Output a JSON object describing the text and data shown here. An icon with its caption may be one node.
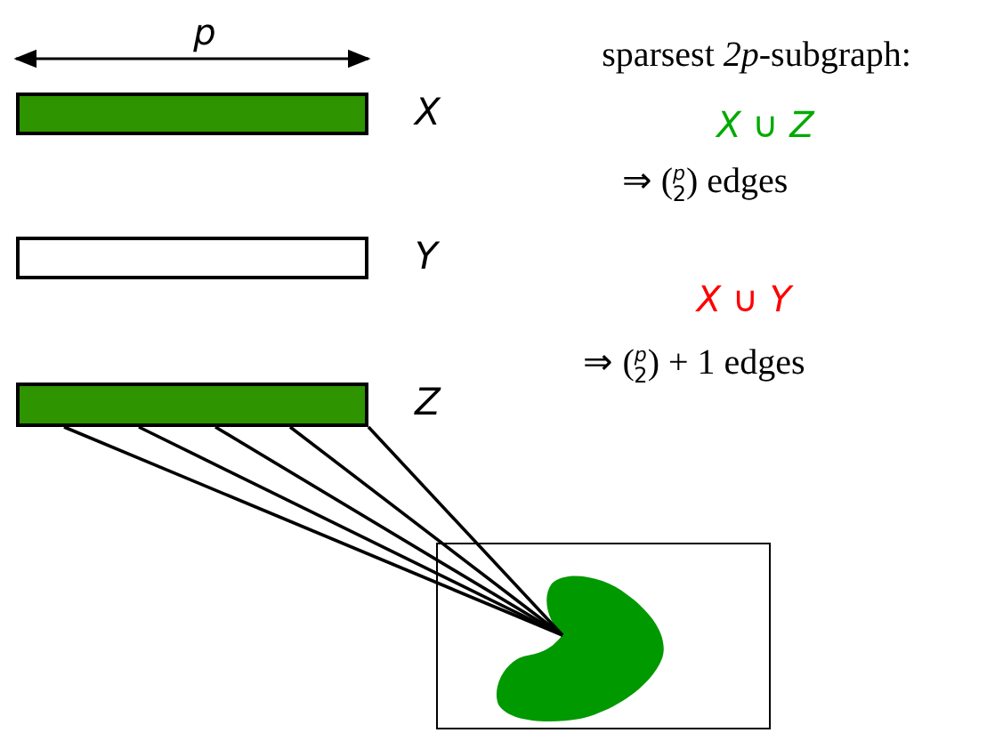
{
  "diagram": {
    "nodes": [
      {
        "text": [],
        "shape": "bar",
        "beside": [
          "X"
        ]
      },
      {
        "text": [],
        "shape": "bar",
        "beside": [
          "Y"
        ]
      },
      {
        "text": [],
        "shape": "bar",
        "beside": [
          "Z"
        ]
      },
      {
        "text": [],
        "shape": "box"
      },
      {
        "text": [],
        "shape": "blob",
        "in": 3
      }
    ],
    "edges": [
      {
        "from": 2,
        "to": 4,
        "arrow": "none"
      },
      {
        "from": 2,
        "to": 4,
        "arrow": "none"
      },
      {
        "from": 2,
        "to": 4,
        "arrow": "none"
      },
      {
        "from": 2,
        "to": 4,
        "arrow": "none"
      },
      {
        "from": 2,
        "to": 4,
        "arrow": "none"
      }
    ],
    "labels": [
      "p",
      "sparsest *2p*-subgraph:",
      "X ∪ Z",
      "⇒ ($^{p}$$_{2}$) edges",
      "X ∪ Y",
      "⇒ ($^{p}$$_{2}$) + 1 edges"
    ]
  }
}
